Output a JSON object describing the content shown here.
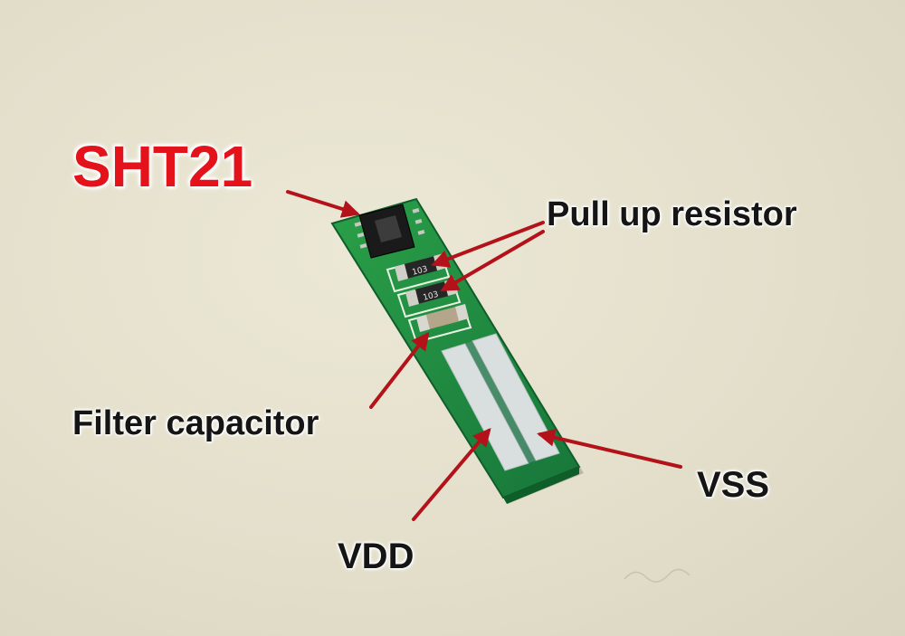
{
  "labels": {
    "sensor": "SHT21",
    "pullup": "Pull up resistor",
    "filter": "Filter capacitor",
    "vss": "VSS",
    "vdd": "VDD"
  },
  "component_marks": {
    "resistor_top": "103",
    "resistor_bottom": "103"
  },
  "colors": {
    "arrow": "#b3121a",
    "title": "#e3121b",
    "pcb": "#1e8a3a",
    "background": "#e6e2cf"
  }
}
